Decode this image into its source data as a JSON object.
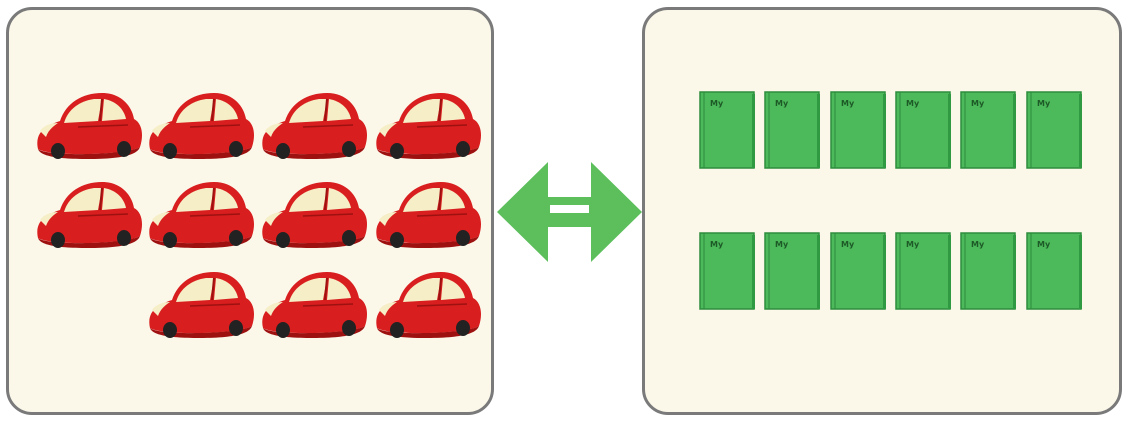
{
  "colors": {
    "panel_fill": "#fbf8ea",
    "panel_border": "#7a7a7a",
    "car_body": "#d81e1e",
    "car_shadow": "#9e1111",
    "car_window": "#f6eec6",
    "book_fill": "#4cba5a",
    "book_border": "#2c8c3d",
    "arrow": "#5cbf5c"
  },
  "left_panel": {
    "icon": "car-icon",
    "rows": [
      4,
      4,
      3
    ],
    "alignment": "right"
  },
  "right_panel": {
    "icon": "book-icon",
    "rows": [
      6,
      6
    ],
    "book_label": "My"
  },
  "connector": {
    "icon": "double-headed-arrow-icon"
  }
}
